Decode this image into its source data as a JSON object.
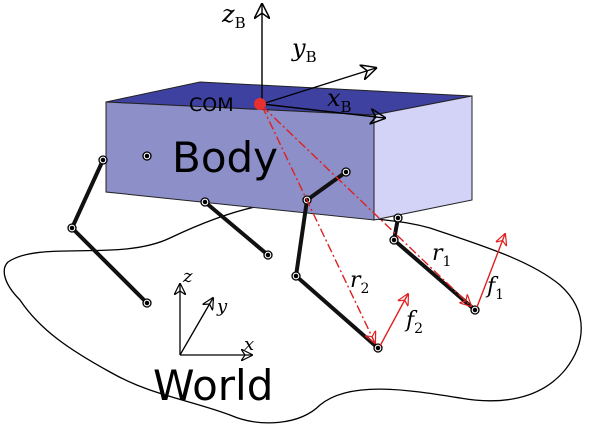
{
  "labels": {
    "body": "Body",
    "world": "World",
    "com": "COM"
  },
  "body_frame": {
    "z": "z",
    "z_sub": "B",
    "y": "y",
    "y_sub": "B",
    "x": "x",
    "x_sub": "B"
  },
  "world_frame": {
    "z": "z",
    "y": "y",
    "x": "x"
  },
  "vectors": {
    "r1": "r",
    "r1_sub": "1",
    "r2": "r",
    "r2_sub": "2",
    "f1": "f",
    "f1_sub": "1",
    "f2": "f",
    "f2_sub": "2"
  },
  "colors": {
    "body_front": "#8c8fc8",
    "body_top": "#3f41a0",
    "body_side": "#d2d3f7",
    "vector_red": "#e02020",
    "com_dot": "#e83030",
    "leg": "#111111"
  }
}
